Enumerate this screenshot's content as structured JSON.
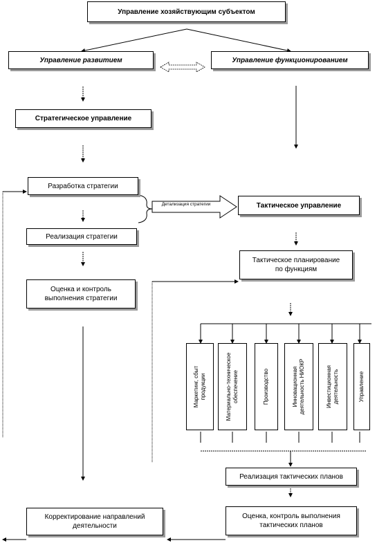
{
  "boxes": {
    "top": "Управление хозяйствующим субъектом",
    "development": "Управление развитием",
    "functioning": "Управление функционированием",
    "strategic": "Стратегическое управление",
    "dev_strategy": "Разработка стратегии",
    "impl_strategy": "Реализация стратегии",
    "eval_strategy_line1": "Оценка и контроль",
    "eval_strategy_line2": "выполнения  стратегии",
    "tactical": "Тактическое управление",
    "tact_planning_line1": "Тактическое планирование",
    "tact_planning_line2": "по функциям",
    "tact_impl": "Реализация тактических планов",
    "tact_eval_line1": "Оценка, контроль выполнения",
    "tact_eval_line2": "тактических планов",
    "correction_line1": "Корректирование направлений",
    "correction_line2": "деятельности"
  },
  "detail_arrow_label": "Детализация стратегии",
  "functions": [
    {
      "line1": "Маркетинг, сбыт",
      "line2": "продукции"
    },
    {
      "line1": "Материально-техническое",
      "line2": "обеспечение"
    },
    {
      "line1": "Производство",
      "line2": ""
    },
    {
      "line1": "Инновационная",
      "line2": "деятельность  НИОКР"
    },
    {
      "line1": "Инвестиционная",
      "line2": "деятельность"
    },
    {
      "line1": "Управление",
      "line2": ""
    }
  ]
}
